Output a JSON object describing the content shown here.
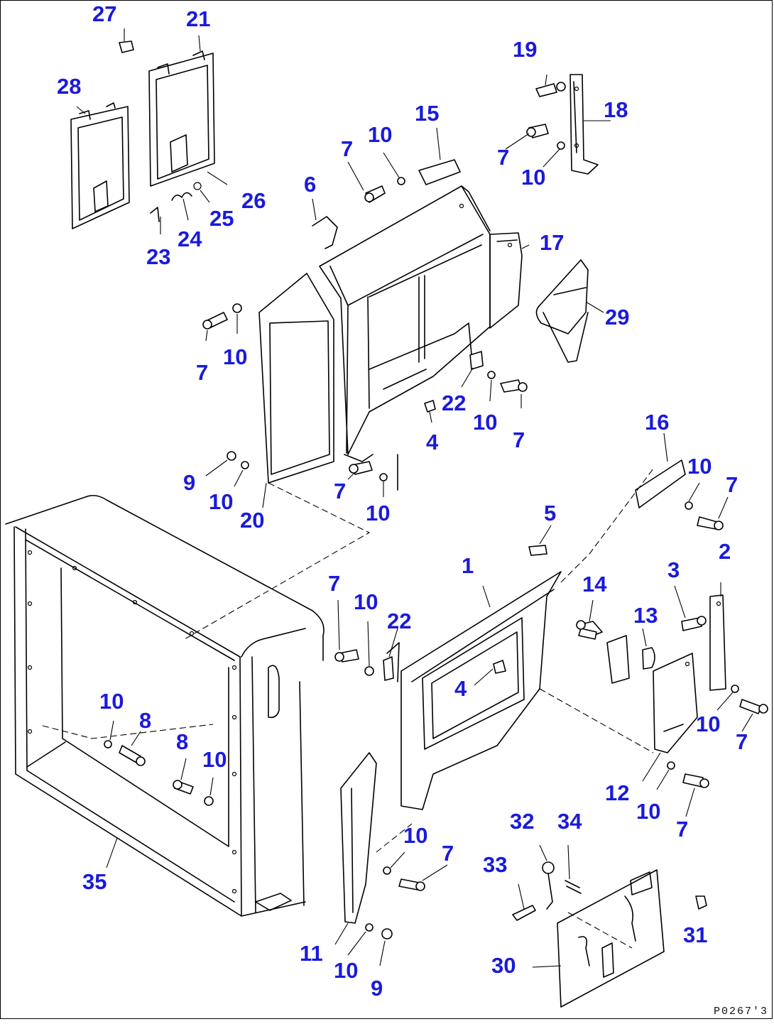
{
  "diagram": {
    "drawing_code": "P0267'3",
    "callouts": [
      {
        "id": "c27a",
        "text": "27"
      },
      {
        "id": "c21a",
        "text": "21"
      },
      {
        "id": "c28a",
        "text": "28"
      },
      {
        "id": "c19a",
        "text": "19"
      },
      {
        "id": "c18a",
        "text": "18"
      },
      {
        "id": "c15a",
        "text": "15"
      },
      {
        "id": "c10a",
        "text": "10"
      },
      {
        "id": "c7a",
        "text": "7"
      },
      {
        "id": "c7b",
        "text": "7"
      },
      {
        "id": "c10b",
        "text": "10"
      },
      {
        "id": "c6a",
        "text": "6"
      },
      {
        "id": "c26a",
        "text": "26"
      },
      {
        "id": "c25a",
        "text": "25"
      },
      {
        "id": "c24a",
        "text": "24"
      },
      {
        "id": "c23a",
        "text": "23"
      },
      {
        "id": "c17a",
        "text": "17"
      },
      {
        "id": "c29a",
        "text": "29"
      },
      {
        "id": "c7c",
        "text": "7"
      },
      {
        "id": "c10c",
        "text": "10"
      },
      {
        "id": "c22a",
        "text": "22"
      },
      {
        "id": "c4a",
        "text": "4"
      },
      {
        "id": "c10d",
        "text": "10"
      },
      {
        "id": "c7d",
        "text": "7"
      },
      {
        "id": "c16a",
        "text": "16"
      },
      {
        "id": "c10e",
        "text": "10"
      },
      {
        "id": "c7e",
        "text": "7"
      },
      {
        "id": "c9a",
        "text": "9"
      },
      {
        "id": "c10f",
        "text": "10"
      },
      {
        "id": "c20a",
        "text": "20"
      },
      {
        "id": "c7f",
        "text": "7"
      },
      {
        "id": "c10g",
        "text": "10"
      },
      {
        "id": "c5a",
        "text": "5"
      },
      {
        "id": "c2a",
        "text": "2"
      },
      {
        "id": "c1a",
        "text": "1"
      },
      {
        "id": "c3a",
        "text": "3"
      },
      {
        "id": "c14a",
        "text": "14"
      },
      {
        "id": "c13a",
        "text": "13"
      },
      {
        "id": "c7g",
        "text": "7"
      },
      {
        "id": "c10h",
        "text": "10"
      },
      {
        "id": "c22b",
        "text": "22"
      },
      {
        "id": "c4b",
        "text": "4"
      },
      {
        "id": "c10i",
        "text": "10"
      },
      {
        "id": "c7h",
        "text": "7"
      },
      {
        "id": "c10j",
        "text": "10"
      },
      {
        "id": "c8a",
        "text": "8"
      },
      {
        "id": "c8b",
        "text": "8"
      },
      {
        "id": "c10k",
        "text": "10"
      },
      {
        "id": "c12a",
        "text": "12"
      },
      {
        "id": "c10l",
        "text": "10"
      },
      {
        "id": "c7i",
        "text": "7"
      },
      {
        "id": "c32a",
        "text": "32"
      },
      {
        "id": "c34a",
        "text": "34"
      },
      {
        "id": "c10m",
        "text": "10"
      },
      {
        "id": "c7j",
        "text": "7"
      },
      {
        "id": "c33a",
        "text": "33"
      },
      {
        "id": "c35a",
        "text": "35"
      },
      {
        "id": "c31a",
        "text": "31"
      },
      {
        "id": "c11a",
        "text": "11"
      },
      {
        "id": "c10n",
        "text": "10"
      },
      {
        "id": "c9b",
        "text": "9"
      },
      {
        "id": "c30a",
        "text": "30"
      }
    ]
  }
}
